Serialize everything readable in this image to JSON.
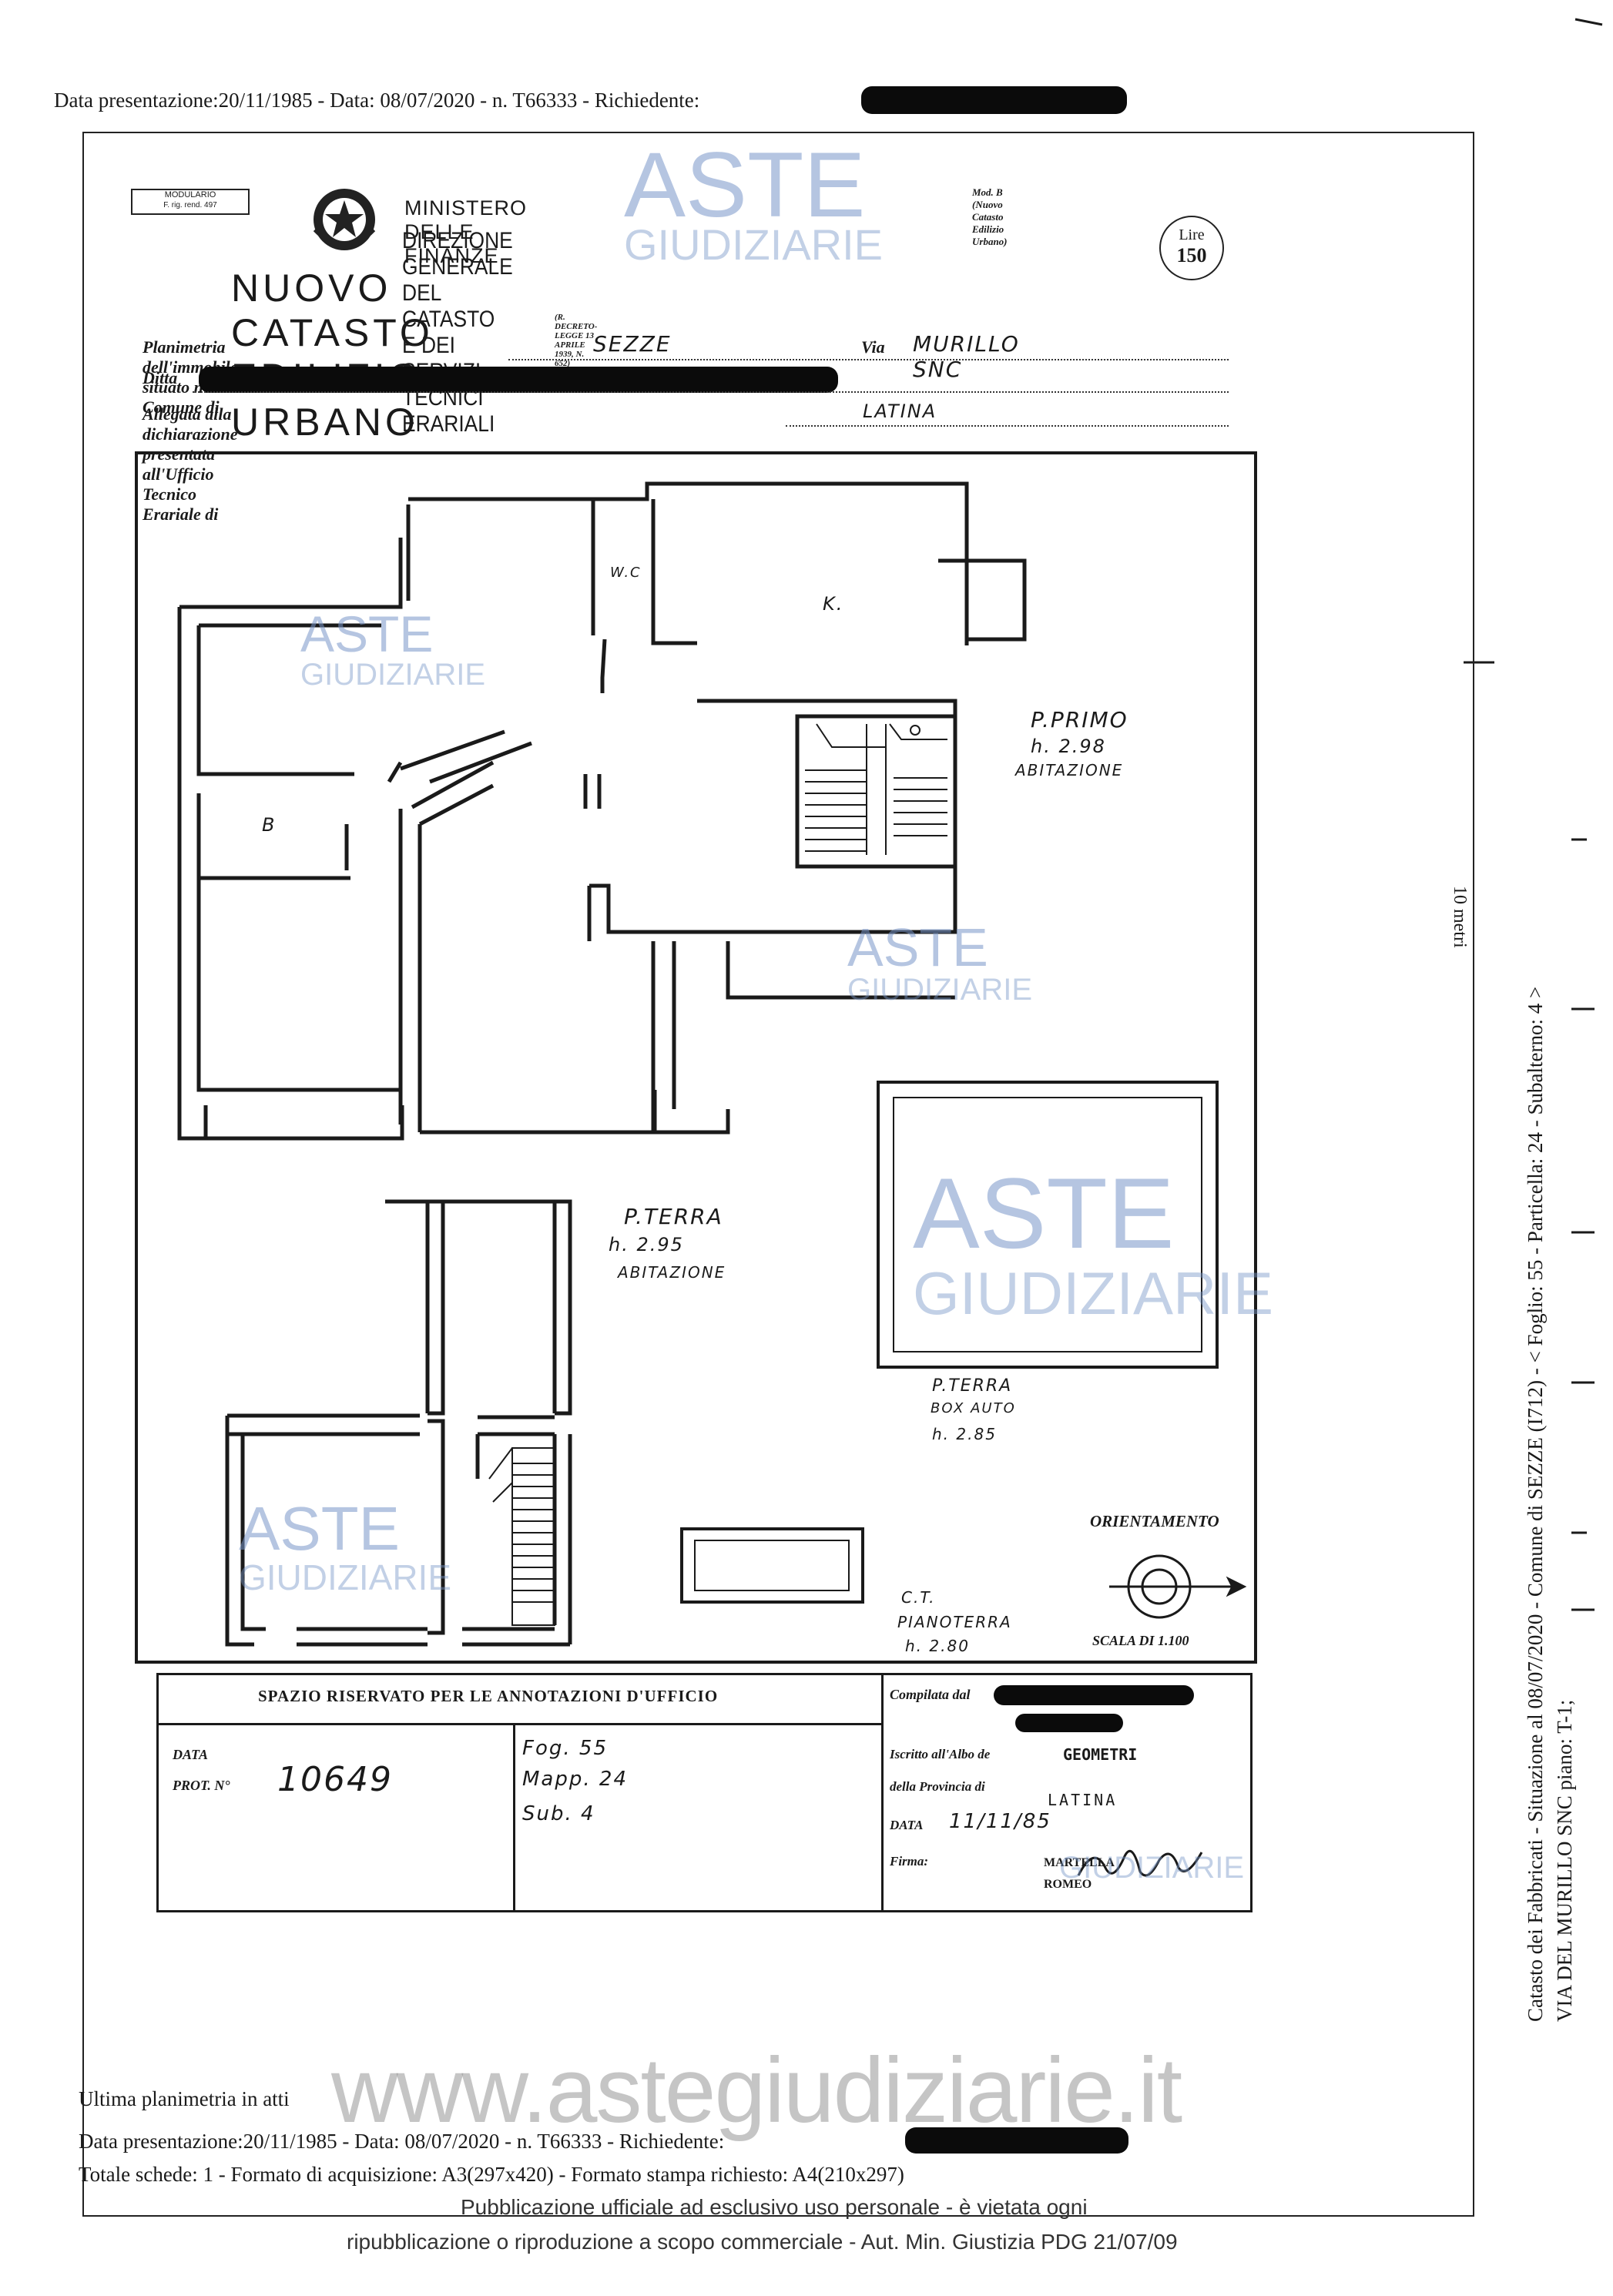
{
  "header_line": "Data presentazione:20/11/1985 - Data: 08/07/2020 - n. T66333 - Richiedente:",
  "form": {
    "modulario": "MODULARIO",
    "modulario_sub": "F. rig. rend. 497",
    "ministry": "MINISTERO DELLE FINANZE",
    "directorate": "DIREZIONE GENERALE DEL CATASTO E DEI SERVIZI TECNICI ERARIALI",
    "title": "NUOVO CATASTO EDILIZIO URBANO",
    "decree": "(R. DECRETO-LEGGE 13 APRILE 1939, N. 652)",
    "mod_b": "Mod. B (Nuovo Catasto Edilizio Urbano)",
    "lire": "Lire",
    "lire_value": "150",
    "planimetria_label": "Planimetria dell'immobile situato nel Comune di",
    "comune_value": "SEZZE",
    "via_label": "Via",
    "via_value": "MURILLO SNC",
    "ditta_label": "Ditta",
    "allegata_label": "Allegata alla dichiarazione presentata all'Ufficio Tecnico Erariale di",
    "ufficio_value": "LATINA"
  },
  "plan": {
    "room_wc": "W.C",
    "room_k": "K.",
    "room_b": "B",
    "piano_primo": "P.PRIMO",
    "piano_primo_h": "h. 2.98",
    "piano_primo_use": "ABITAZIONE",
    "piano_terra": "P.TERRA",
    "piano_terra_h": "h. 2.95",
    "piano_terra_use": "ABITAZIONE",
    "box_piano": "P.TERRA",
    "box_use": "BOX AUTO",
    "box_h": "h. 2.85",
    "ct_label": "C.T.",
    "ct_piano": "PIANOTERRA",
    "ct_h": "h. 2.80",
    "orientamento": "ORIENTAMENTO",
    "scala": "SCALA DI 1.100"
  },
  "office": {
    "heading": "SPAZIO RISERVATO PER LE ANNOTAZIONI D'UFFICIO",
    "data_label": "DATA",
    "prot_label": "PROT. N°",
    "prot_value": "10649",
    "foglio": "Fog. 55",
    "mappale": "Mapp. 24",
    "sub": "Sub. 4",
    "compilata_label": "Compilata dal",
    "iscritto_label": "Iscritto all'Albo de",
    "iscritto_value": "GEOMETRI",
    "provincia_label": "della Provincia di",
    "provincia_value": "LATINA",
    "data2_label": "DATA",
    "data2_value": "11/11/85",
    "firma_label": "Firma:",
    "signer": "MARTELLA ROMEO"
  },
  "side_text": {
    "line1": "Catasto dei Fabbricati - Situazione al 08/07/2020 - Comune di SEZZE (I712) - < Foglio: 55 - Particella: 24 - Subalterno: 4 >",
    "line2": "VIA DEL MURILLO SNC piano: T-1;",
    "scale_note": "10 metri"
  },
  "footer": {
    "ultima": "Ultima planimetria in atti",
    "line1": "Data presentazione:20/11/1985 - Data: 08/07/2020 - n. T66333 - Richiedente:",
    "line2": "Totale schede: 1 - Formato di acquisizione: A3(297x420) - Formato stampa richiesto: A4(210x297)",
    "notice1": "Pubblicazione ufficiale ad esclusivo uso personale - è vietata ogni",
    "notice2": "ripubblicazione o riproduzione a scopo commerciale - Aut. Min. Giustizia PDG 21/07/09",
    "site": "www.astegiudiziarie.it"
  },
  "watermark": {
    "aste": "ASTE",
    "giudiziarie": "GIUDIZIARIE"
  }
}
